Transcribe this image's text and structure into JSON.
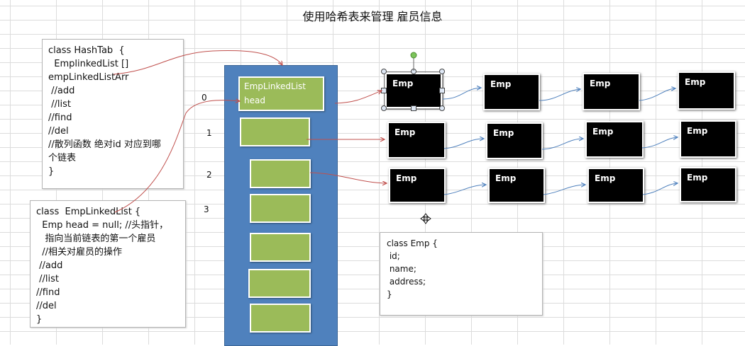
{
  "title": "使用哈希表来管理 雇员信息",
  "hashtab_box": {
    "lines": [
      "class HashTab  {",
      "  EmplinkedList []",
      "empLinkedListArr",
      " //add",
      " //list",
      "//find",
      "//del",
      "//散列函数 绝对id 对应到哪",
      "个链表",
      "}"
    ]
  },
  "emplist_box": {
    "lines": [
      "class  EmpLinkedList {",
      "  Emp head = null; //头指针，",
      "   指向当前链表的第一个雇员",
      "  //相关对雇员的操作",
      " //add",
      " //list",
      "//find",
      "//del",
      "}"
    ]
  },
  "emp_box": {
    "lines": [
      "class Emp {",
      " id;",
      " name;",
      " address;",
      "}"
    ]
  },
  "indices": [
    "0",
    "1",
    "2",
    "3"
  ],
  "head_slot": {
    "line1": "EmpLinkedList",
    "line2": "head"
  },
  "emp_label": "Emp",
  "colors": {
    "table": "#4f81bd",
    "slot": "#9bbb59",
    "node": "#000000",
    "arrow_red": "#c0504d",
    "arrow_blue": "#4f81bd",
    "handle_green": "#7cc45a"
  }
}
